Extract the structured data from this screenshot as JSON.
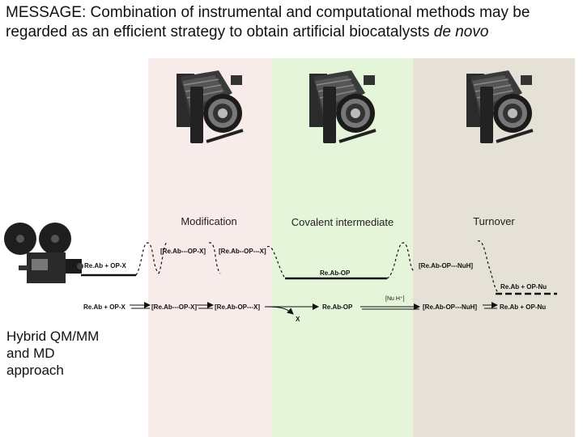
{
  "title": {
    "line1": "MESSAGE: Combination of instrumental and computational methods may be regarded as an efficient strategy to obtain artificial biocatalysts ",
    "italic": "de novo"
  },
  "stages": {
    "modification": "Modification",
    "covalent": "Covalent intermediate",
    "turnover": "Turnover"
  },
  "approach": {
    "line1": "Hybrid QM/MM",
    "line2": "and MD",
    "line3": "approach"
  },
  "profile_labels": {
    "reactants": "Re.Ab + OP-X",
    "ts1": "[Re.Ab---OP-X]",
    "ts1b": "[Re.Ab--OP---X]",
    "intermediate": "Re.Ab-OP",
    "ts2": "[Re.Ab-OP---NuH]",
    "products": "Re.Ab + OP-Nu"
  },
  "scheme_labels": {
    "reactants": "Re.Ab + OP-X",
    "complex1": "[Re.Ab---OP-X]",
    "complex2": "[Re.Ab-OP---X]",
    "leaving": "X",
    "intermediate": "Re.Ab-OP",
    "nucleophile": "[Nu H⁺]",
    "complex3": "[Re.Ab-OP---NuH]",
    "products": "Re.Ab + OP-Nu"
  },
  "colors": {
    "band_modification": "#f8eceb",
    "band_covalent": "#e5f5d9",
    "band_turnover": "#e5e1d7"
  },
  "icons": {
    "still_camera": "folding-camera-icon",
    "movie_camera": "film-camera-icon"
  }
}
